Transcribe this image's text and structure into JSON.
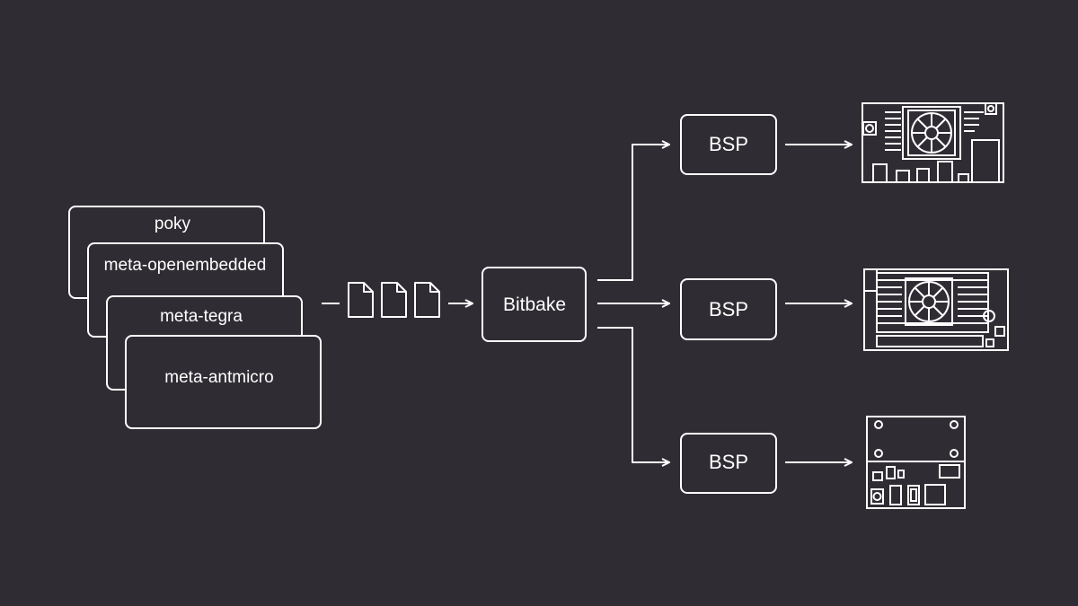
{
  "layers": [
    {
      "label": "poky"
    },
    {
      "label": "meta-openembedded"
    },
    {
      "label": "meta-tegra"
    },
    {
      "label": "meta-antmicro"
    }
  ],
  "files": {
    "icon": "document-icon",
    "count": 3
  },
  "build_tool": {
    "label": "Bitbake"
  },
  "outputs": [
    {
      "label": "BSP",
      "board_icon": "board-with-fan-icon"
    },
    {
      "label": "BSP",
      "board_icon": "board-with-heatsink-icon"
    },
    {
      "label": "BSP",
      "board_icon": "compact-board-icon"
    }
  ],
  "colors": {
    "background": "#302c33",
    "stroke": "#ffffff"
  }
}
